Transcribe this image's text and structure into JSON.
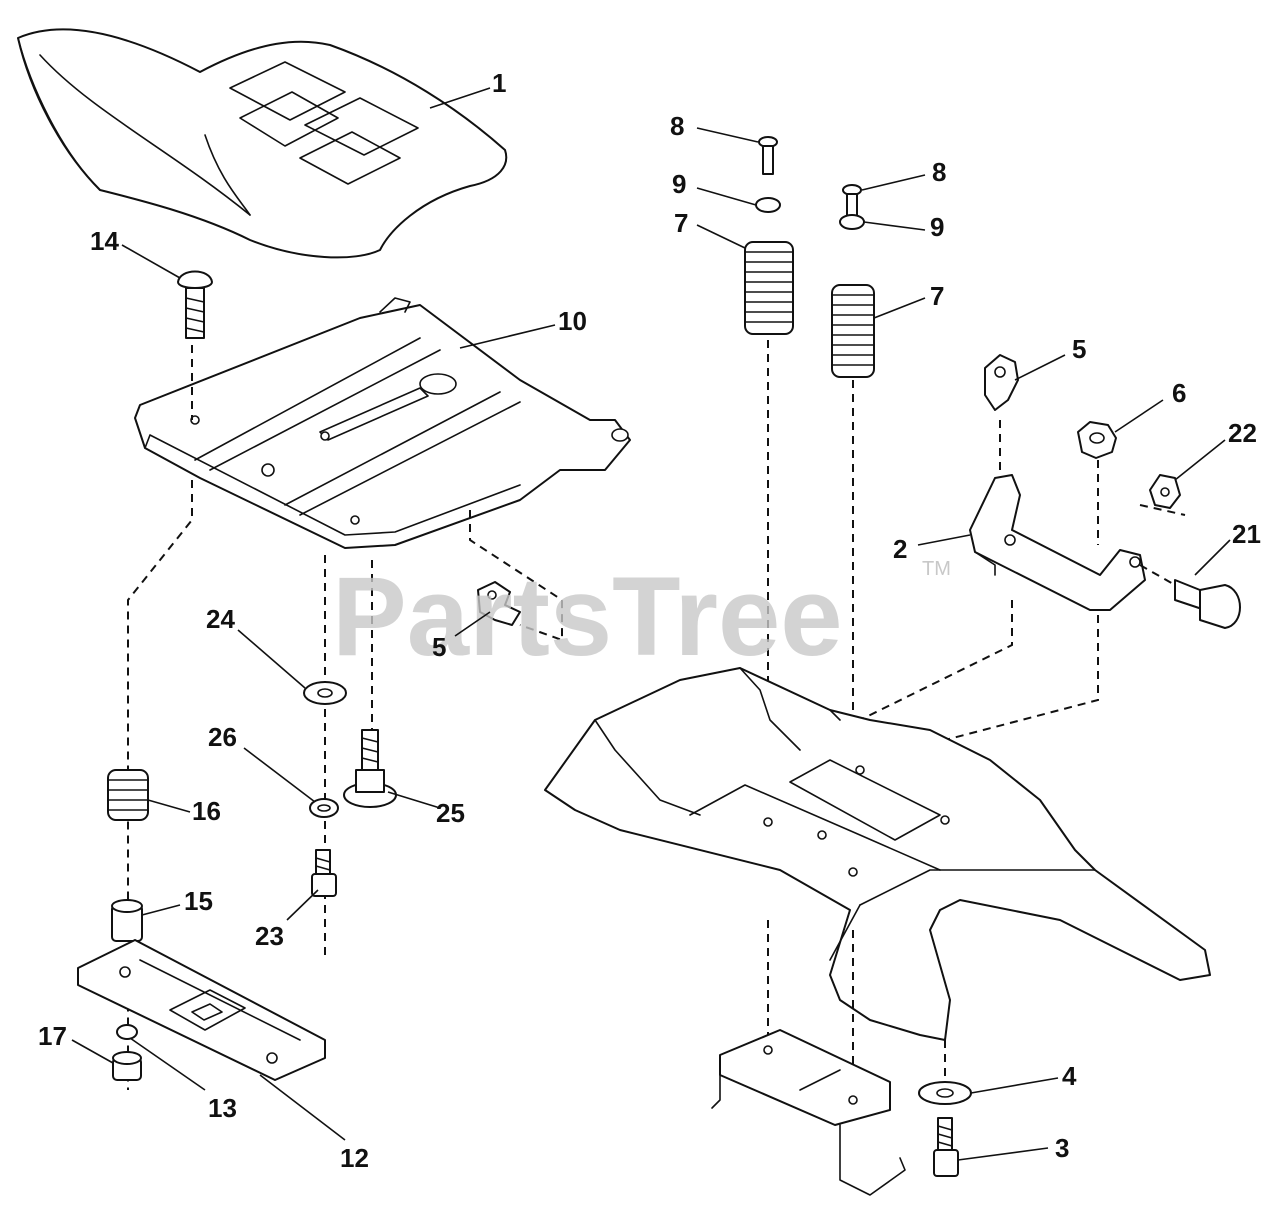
{
  "watermark": {
    "text": "PartsTree",
    "trademark": "TM"
  },
  "callouts": [
    "1",
    "14",
    "10",
    "24",
    "26",
    "16",
    "15",
    "23",
    "25",
    "5",
    "17",
    "13",
    "12",
    "8",
    "9",
    "7",
    "8",
    "9",
    "7",
    "5",
    "6",
    "22",
    "2",
    "21",
    "4",
    "3"
  ]
}
